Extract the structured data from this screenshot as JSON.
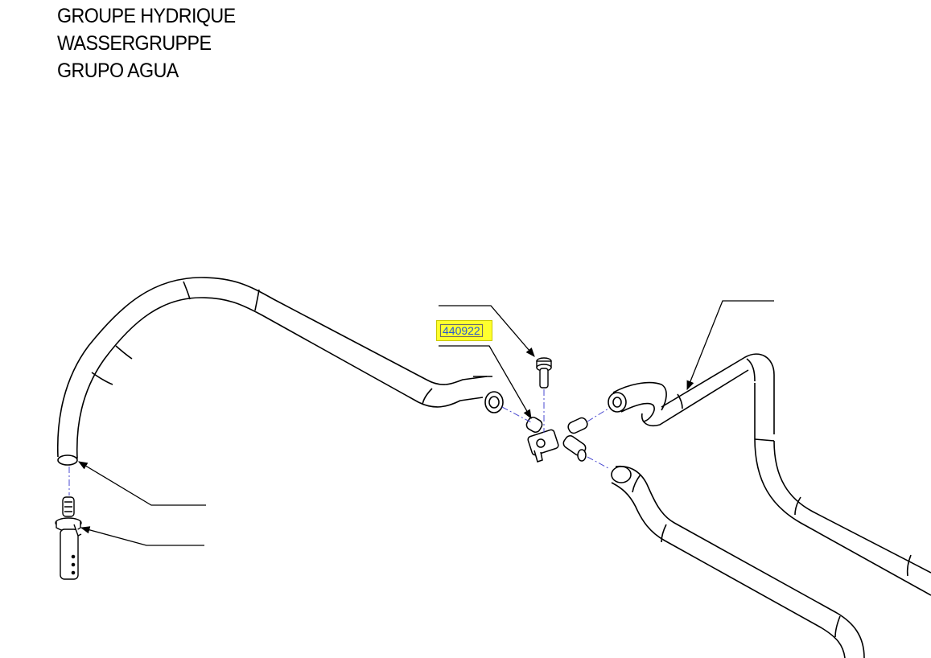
{
  "header": {
    "titles": [
      "GROUPE HYDRIQUE",
      "WASSERGRUPPE",
      "GRUPO AGUA"
    ]
  },
  "callouts": {
    "part_reference": "440922"
  },
  "colors": {
    "highlight": "#ffff2e",
    "reference_text": "#2457d6",
    "axis_dash": "#4a4ad0",
    "line": "#000000"
  }
}
